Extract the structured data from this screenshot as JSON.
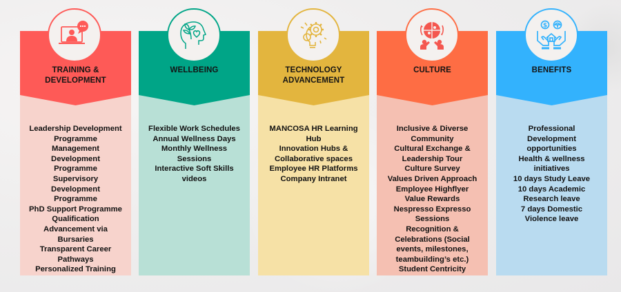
{
  "colors": {
    "training": {
      "header": "#fe5a57",
      "body": "#f7d3cc"
    },
    "wellbeing": {
      "header": "#00a587",
      "body": "#b8e0d6"
    },
    "technology": {
      "header": "#e3b53e",
      "body": "#f6e1a6"
    },
    "culture": {
      "header": "#fe6d44",
      "body": "#f5c0b2"
    },
    "benefits": {
      "header": "#33b2fd",
      "body": "#b9dbf0"
    }
  },
  "cards": [
    {
      "key": "training",
      "icon": "online-training-icon",
      "title_lines": [
        "TRAINING &",
        "DEVELOPMENT"
      ],
      "items": [
        "Leadership Development",
        "Programme",
        "Management",
        "Development",
        "Programme",
        "Supervisory",
        "Development",
        "Programme",
        "PhD Support Programme",
        "Qualification",
        "Advancement via",
        "Bursaries",
        "Transparent Career",
        "Pathways",
        "Personalized Training"
      ]
    },
    {
      "key": "wellbeing",
      "icon": "mind-wellbeing-icon",
      "title_lines": [
        "WELLBEING"
      ],
      "items": [
        "Flexible Work Schedules",
        "Annual Wellness Days",
        "Monthly Wellness",
        "Sessions",
        "Interactive Soft Skills",
        "videos"
      ]
    },
    {
      "key": "technology",
      "icon": "innovation-bulb-gears-icon",
      "title_lines": [
        "TECHNOLOGY",
        "ADVANCEMENT"
      ],
      "items": [
        "MANCOSA HR Learning",
        "Hub",
        "Innovation Hubs &",
        "Collaborative spaces",
        "Employee HR Platforms",
        "Company Intranet"
      ]
    },
    {
      "key": "culture",
      "icon": "teamwork-puzzle-globe-icon",
      "title_lines": [
        "CULTURE"
      ],
      "items": [
        "Inclusive & Diverse",
        "Community",
        "Cultural Exchange &",
        "Leadership Tour",
        "Culture Survey",
        "Values Driven Approach",
        "Employee Highflyer",
        "Value Rewards",
        "Nespresso Expresso",
        "Sessions",
        "Recognition &",
        "Celebrations (Social",
        "events, milestones,",
        "teambuilding’s etc.)",
        "Student Centricity"
      ]
    },
    {
      "key": "benefits",
      "icon": "hands-house-money-icon",
      "title_lines": [
        "BENEFITS"
      ],
      "items": [
        "Professional",
        "Development",
        "opportunities",
        "Health & wellness",
        "initiatives",
        "10 days Study Leave",
        "10 days Academic",
        "Research leave",
        "7 days Domestic",
        "Violence leave"
      ]
    }
  ]
}
